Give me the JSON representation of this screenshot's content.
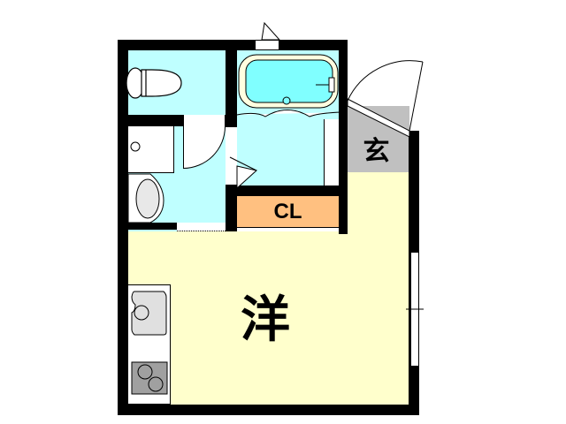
{
  "floorplan": {
    "rooms": {
      "western": {
        "label": "洋",
        "color": "#FFFFCC"
      },
      "closet": {
        "label": "CL",
        "color": "#FFC080"
      },
      "entrance": {
        "label": "玄",
        "color": "#C0C0C0"
      },
      "toilet": {
        "label": "",
        "color": "#BFFFFF"
      },
      "bathroom": {
        "label": "",
        "color": "#BFFFFF"
      },
      "washroom": {
        "label": "",
        "color": "#BFFFFF"
      }
    },
    "fixtures": [
      "toilet-bowl",
      "bathtub",
      "washbasin",
      "washing-machine-pan",
      "kitchen-sink",
      "two-burner-stove"
    ],
    "colors": {
      "wall": "#000000",
      "bathtub_water": "#80FFFF",
      "bathtub_rim": "#FFFFE0",
      "fixture_gray": "#E0E0E0",
      "stove_gray": "#A0A0A0"
    }
  }
}
